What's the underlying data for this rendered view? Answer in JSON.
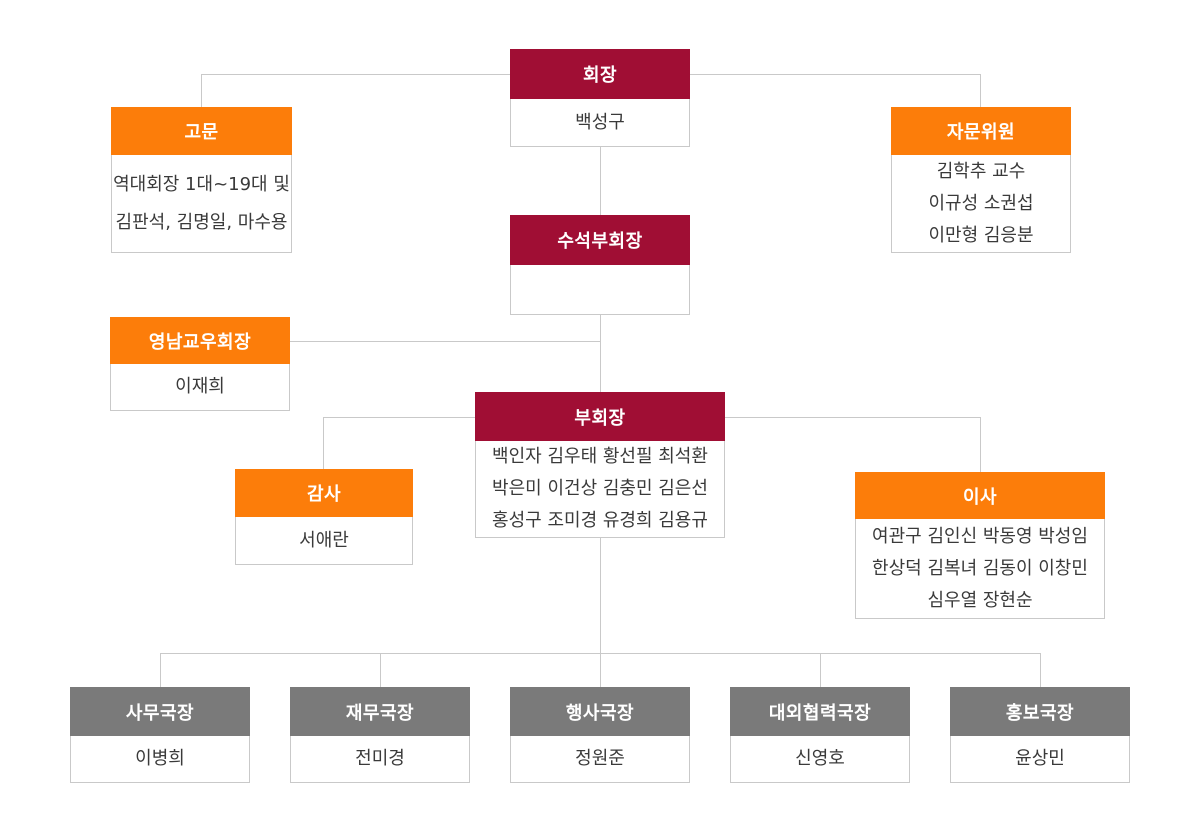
{
  "colors": {
    "maroon_header": "#A00E34",
    "orange_header": "#FC7D0A",
    "gray_header": "#7A7A7A",
    "connector_line": "#C9C9C9",
    "body_text": "#3A3A3A",
    "header_text": "#FFFFFF",
    "background": "#FFFFFF"
  },
  "org_chart": {
    "nodes": [
      {
        "id": "chairman",
        "title": "회장",
        "members": [
          "백성구"
        ],
        "header_color": "maroon"
      },
      {
        "id": "advisor",
        "title": "고문",
        "members": [
          "역대회장 1대~19대 및",
          "김판석, 김명일, 마수용"
        ],
        "header_color": "orange"
      },
      {
        "id": "advisory-committee",
        "title": "자문위원",
        "members": [
          "김학추 교수",
          "이규성 소권섭",
          "이만형 김응분"
        ],
        "header_color": "orange"
      },
      {
        "id": "senior-vice-chairman",
        "title": "수석부회장",
        "members": [],
        "header_color": "maroon"
      },
      {
        "id": "yeongnam-alumni-chairman",
        "title": "영남교우회장",
        "members": [
          "이재희"
        ],
        "header_color": "orange"
      },
      {
        "id": "vice-chairman",
        "title": "부회장",
        "members": [
          "백인자 김우태 황선필 최석환",
          "박은미 이건상 김충민 김은선",
          "홍성구 조미경 유경희 김용규"
        ],
        "header_color": "maroon"
      },
      {
        "id": "auditor",
        "title": "감사",
        "members": [
          "서애란"
        ],
        "header_color": "orange"
      },
      {
        "id": "directors",
        "title": "이사",
        "members": [
          "여관구 김인신 박동영 박성임",
          "한상덕 김복녀 김동이 이창민",
          "심우열 장현순"
        ],
        "header_color": "orange"
      },
      {
        "id": "secretary-general",
        "title": "사무국장",
        "members": [
          "이병희"
        ],
        "header_color": "gray"
      },
      {
        "id": "finance-director",
        "title": "재무국장",
        "members": [
          "전미경"
        ],
        "header_color": "gray"
      },
      {
        "id": "events-director",
        "title": "행사국장",
        "members": [
          "정원준"
        ],
        "header_color": "gray"
      },
      {
        "id": "external-cooperation-director",
        "title": "대외협력국장",
        "members": [
          "신영호"
        ],
        "header_color": "gray"
      },
      {
        "id": "pr-director",
        "title": "홍보국장",
        "members": [
          "윤상민"
        ],
        "header_color": "gray"
      }
    ],
    "edges": [
      {
        "from": "chairman",
        "to": "advisor"
      },
      {
        "from": "chairman",
        "to": "advisory-committee"
      },
      {
        "from": "chairman",
        "to": "senior-vice-chairman"
      },
      {
        "from": "senior-vice-chairman",
        "to": "yeongnam-alumni-chairman"
      },
      {
        "from": "senior-vice-chairman",
        "to": "vice-chairman"
      },
      {
        "from": "vice-chairman",
        "to": "auditor"
      },
      {
        "from": "vice-chairman",
        "to": "directors"
      },
      {
        "from": "vice-chairman",
        "to": "secretary-general"
      },
      {
        "from": "vice-chairman",
        "to": "finance-director"
      },
      {
        "from": "vice-chairman",
        "to": "events-director"
      },
      {
        "from": "vice-chairman",
        "to": "external-cooperation-director"
      },
      {
        "from": "vice-chairman",
        "to": "pr-director"
      }
    ]
  }
}
